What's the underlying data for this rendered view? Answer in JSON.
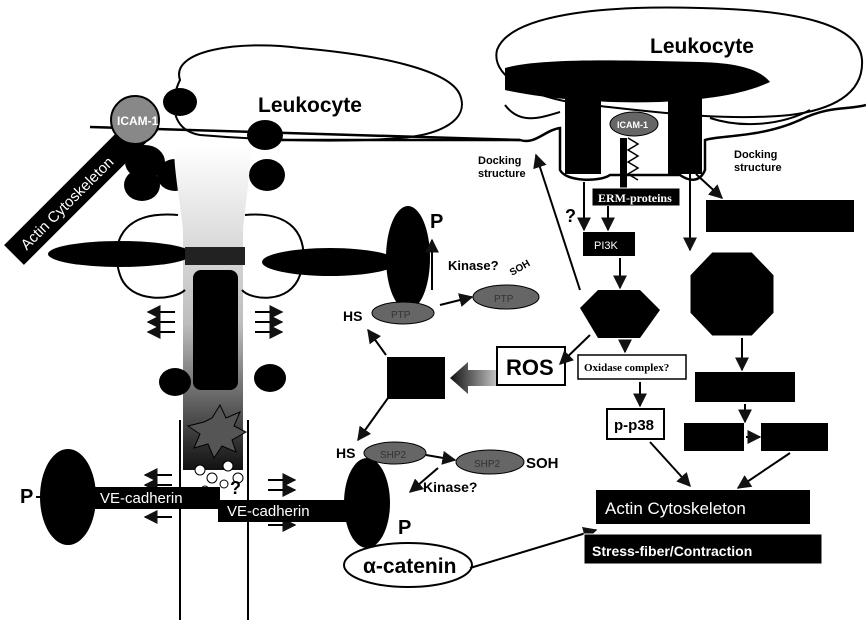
{
  "labels": {
    "leukocyte_left": "Leukocyte",
    "leukocyte_right": "Leukocyte",
    "icam1": "ICAM-1",
    "actin_cytoskeleton_bar": "Actin Cytoskeleton",
    "docking_left": "Docking\nstructure",
    "docking_right": "Docking\nstructure",
    "icam1_receptor": "ICAM-1",
    "erm": "ERM-proteins",
    "pi3k": "PI3K",
    "ros": "ROS",
    "p": "P",
    "kinase1": "Kinase?",
    "kinase2": "Kinase?",
    "sh_top": "HS",
    "sh_bottom": "HS",
    "soh_top": "SOH",
    "soh_bottom": "SOH",
    "ptp_top": "PTP",
    "ptp_top_ox": "PTP",
    "ptp_bottom": "SHP2",
    "ptp_bottom_ox": "SHP2",
    "oxidase": "Oxidase complex?",
    "pp38": "p-p38",
    "ve_cadherin_left": "VE-cadherin",
    "ve_cadherin_right": "VE-cadherin",
    "actin_cytoskeleton": "Actin Cytoskeleton",
    "stress_fiber": "Stress-fiber/Contraction",
    "alpha_catenin": "α-catenin",
    "question": "?",
    "p_left": "P",
    "p_right": "P"
  }
}
